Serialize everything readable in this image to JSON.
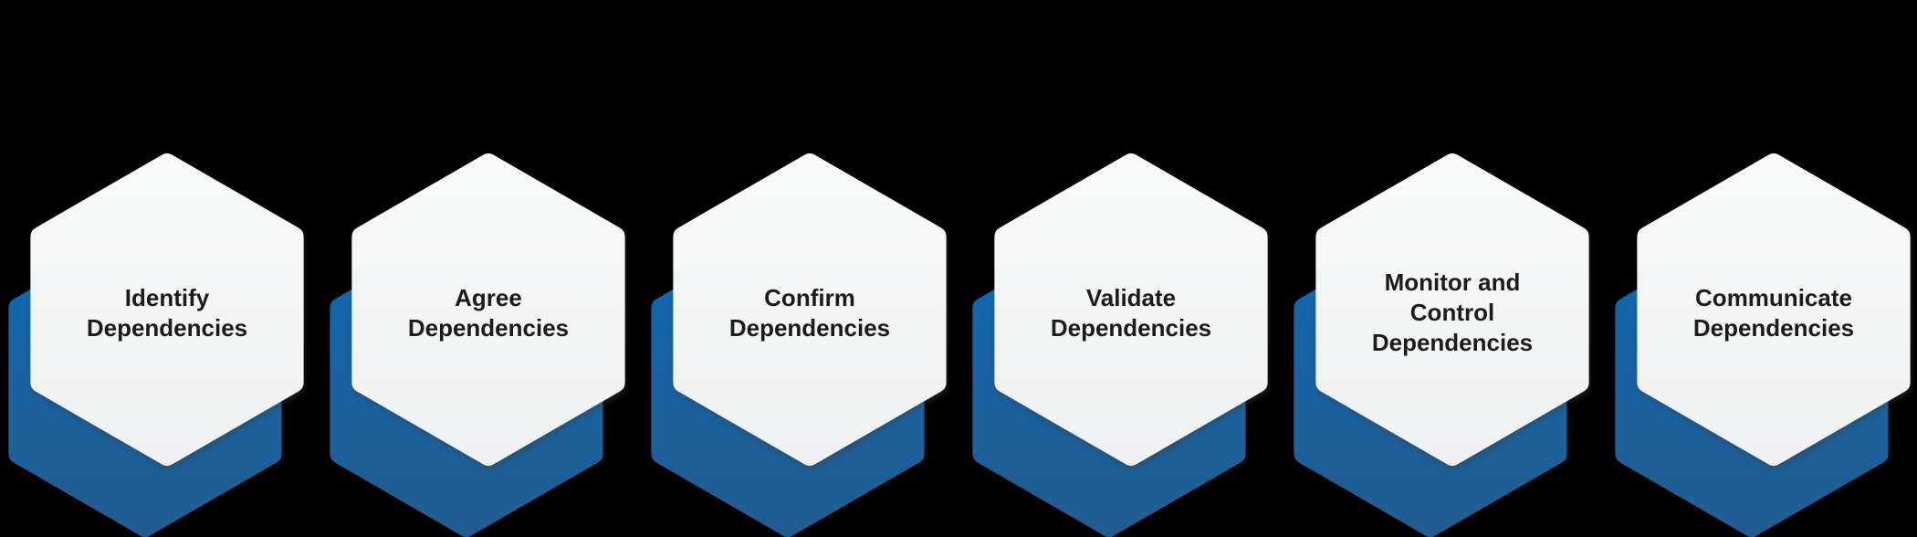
{
  "diagram_title": "",
  "theme": {
    "background": "#000000",
    "hex-face-top": "#f8f9f9",
    "hex-face-bottom": "#eff0f1",
    "hex-back-top": "#0f68b3",
    "hex-back-bottom": "#225c8f",
    "label-color": "#1c1c1c"
  },
  "steps": [
    {
      "label": "Identify Dependencies"
    },
    {
      "label": "Agree Dependencies"
    },
    {
      "label": "Confirm Dependencies"
    },
    {
      "label": "Validate Dependencies"
    },
    {
      "label": "Monitor and Control Dependencies"
    },
    {
      "label": "Communicate Dependencies"
    }
  ]
}
